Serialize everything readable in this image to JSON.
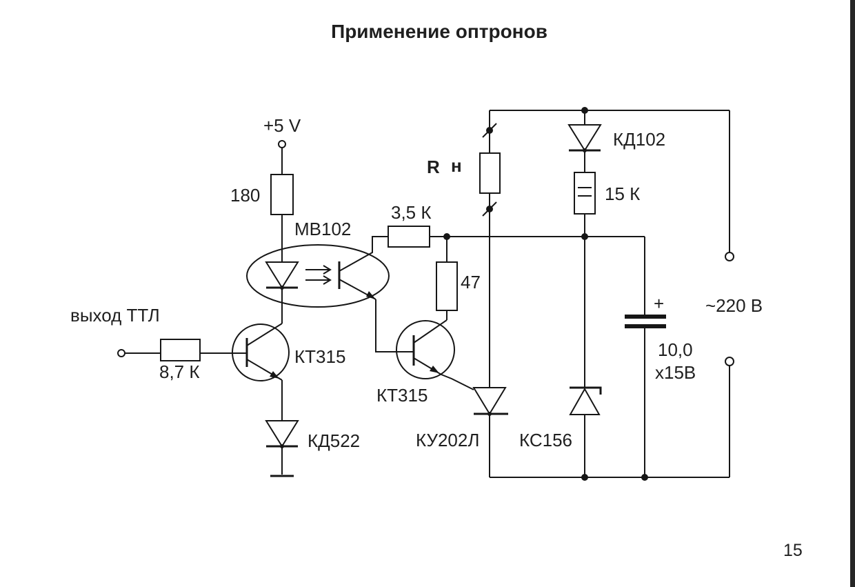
{
  "page": {
    "title": "Применение оптронов",
    "number": "15"
  },
  "colors": {
    "title": "#1371bd",
    "ink": "#1a1a1a"
  },
  "circuit": {
    "power": {
      "supply": "+5 V",
      "mains": "~220 В"
    },
    "labels": {
      "r_pullup": "180",
      "optocoupler": "МВ102",
      "input": "выход ТТЛ",
      "r_base": "8,7 К",
      "q1": "КТ315",
      "d_clamp": "КД522",
      "r_collector": "3,5 К",
      "r_gate": "47",
      "q2": "КТ315",
      "load_r": "R",
      "load_sub": "н",
      "thyristor": "КУ202Л",
      "zener": "КС156",
      "rectifier": "КД102",
      "r_drop": "15 К",
      "cap_plus": "+",
      "cap_value": "10,0",
      "cap_rating": "х15В"
    }
  }
}
